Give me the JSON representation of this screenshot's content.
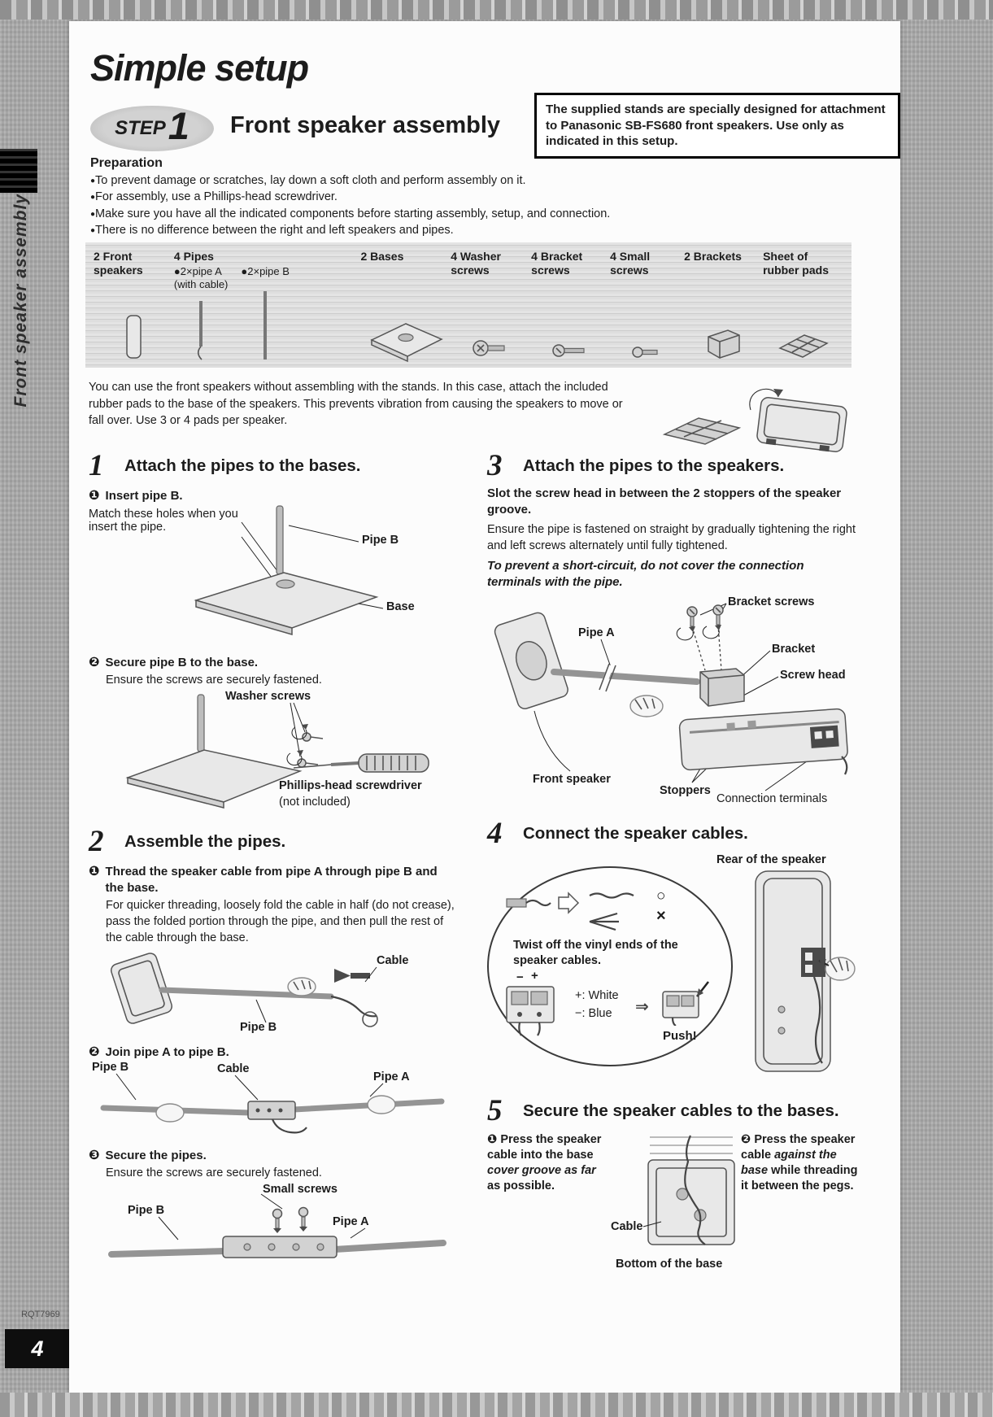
{
  "page": {
    "title": "Simple setup",
    "step_word": "STEP",
    "step_number": "1",
    "heading": "Front speaker assembly",
    "note": "The supplied stands are specially designed for attachment to Panasonic SB-FS680 front speakers. Use only as indicated in this setup.",
    "sidebar": "Front speaker assembly",
    "code": "RQT7969",
    "number": "4"
  },
  "preparation": {
    "heading": "Preparation",
    "bullets": [
      "To prevent damage or scratches, lay down a soft cloth and perform assembly on it.",
      "For assembly, use a Phillips-head screwdriver.",
      "Make sure you have all the indicated components before starting assembly, setup, and connection.",
      "There is no difference between the right and left speakers and pipes."
    ]
  },
  "parts": {
    "front_speakers": "2 Front speakers",
    "pipes": "4 Pipes",
    "pipe_a": "●2×pipe A",
    "pipe_a_note": "(with cable)",
    "pipe_b": "●2×pipe B",
    "bases": "2 Bases",
    "washer_screws": "4 Washer screws",
    "bracket_screws": "4 Bracket screws",
    "small_screws": "4 Small screws",
    "brackets": "2 Brackets",
    "rubber_pads": "Sheet of rubber pads"
  },
  "intro": {
    "text": "You can use the front speakers without assembling with the stands. In this case, attach the included rubber pads to the base of the speakers. This prevents vibration from causing the speakers to move or fall over. Use 3 or 4 pads per speaker."
  },
  "step1": {
    "num": "1",
    "title": "Attach the pipes to the bases.",
    "m1": "❶",
    "b1": "Insert pipe B.",
    "note1": "Match these holes when you insert the pipe.",
    "lbl_pipe_b": "Pipe B",
    "lbl_base": "Base",
    "m2": "❷",
    "b2": "Secure pipe B to the base.",
    "note2": "Ensure the screws are securely fastened.",
    "lbl_washer_screws": "Washer screws",
    "lbl_screwdriver": "Phillips-head screwdriver",
    "lbl_not_included": "(not included)"
  },
  "step2": {
    "num": "2",
    "title": "Assemble the pipes.",
    "m1": "❶",
    "b1": "Thread the speaker cable from pipe A through pipe B and the base.",
    "note1": "For quicker threading, loosely fold the cable in half (do not crease), pass the folded portion through the pipe, and then pull the rest of the cable through the base.",
    "lbl_cable": "Cable",
    "lbl_pipe_b": "Pipe B",
    "m2": "❷",
    "b2": "Join pipe A to pipe B.",
    "lbl2_pipe_b": "Pipe B",
    "lbl2_cable": "Cable",
    "lbl2_pipe_a": "Pipe A",
    "m3": "❸",
    "b3": "Secure the pipes.",
    "note3": "Ensure the screws are securely fastened.",
    "lbl3_small_screws": "Small screws",
    "lbl3_pipe_b": "Pipe B",
    "lbl3_pipe_a": "Pipe A"
  },
  "step3": {
    "num": "3",
    "title": "Attach the pipes to the speakers.",
    "bold1": "Slot the screw head in between the 2 stoppers of the speaker groove.",
    "body1": "Ensure the pipe is fastened on straight by gradually tightening the right and left screws alternately until fully tightened.",
    "bold2": "To prevent a short-circuit, do not cover the connection terminals with the pipe.",
    "lbl_bracket_screws": "Bracket screws",
    "lbl_pipe_a": "Pipe A",
    "lbl_bracket": "Bracket",
    "lbl_screw_head": "Screw head",
    "lbl_front_speaker": "Front speaker",
    "lbl_stoppers": "Stoppers",
    "lbl_connection_terminals": "Connection terminals"
  },
  "step4": {
    "num": "4",
    "title": "Connect the speaker cables.",
    "lbl_rear": "Rear of the speaker",
    "twist": "Twist off the vinyl ends of the speaker cables.",
    "good": "○",
    "bad": "×",
    "term_minus": "−",
    "term_plus": "+",
    "plus_line": "+: White",
    "minus_line": "−: Blue",
    "arrow": "⇒",
    "push": "Push!"
  },
  "step5": {
    "num": "5",
    "title": "Secure the speaker cables to the bases.",
    "m1": "❶",
    "s1a": "Press the speaker cable into the base ",
    "s1b": "cover groove as far",
    "s1c": " as possible.",
    "m2": "❷",
    "s2a": "Press the speaker cable ",
    "s2b": "against the base",
    "s2c": " while threading it between the pegs.",
    "lbl_cable": "Cable",
    "lbl_bottom": "Bottom of the base"
  }
}
